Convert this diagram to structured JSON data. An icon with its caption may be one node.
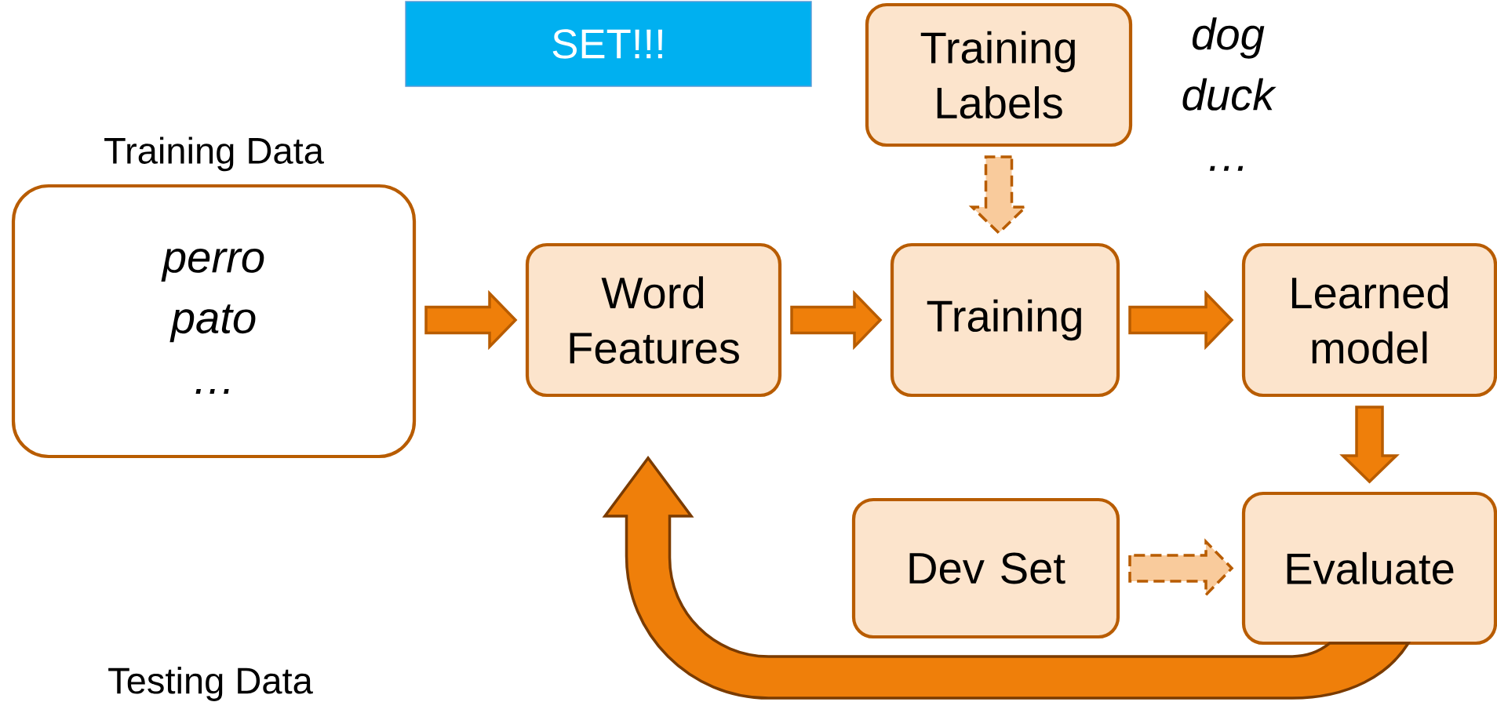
{
  "diagram": {
    "nodes": [
      {
        "text": [
          "SET!!!"
        ]
      },
      {
        "text": [
          "Training Data",
          "perro pato …"
        ]
      },
      {
        "text": [
          "Training Labels"
        ]
      },
      {
        "text": [
          "Word Features"
        ]
      },
      {
        "text": [
          "Training"
        ]
      },
      {
        "text": [
          "Learned model"
        ]
      },
      {
        "text": [
          "Dev Set"
        ]
      },
      {
        "text": [
          "Evaluate"
        ]
      }
    ],
    "edges": [
      {
        "from": 1,
        "to": 3,
        "arrow": "to"
      },
      {
        "from": 3,
        "to": 4,
        "arrow": "to"
      },
      {
        "from": 2,
        "to": 4,
        "arrow": "to",
        "style": "dashed",
        "color": "#f9cb9c"
      },
      {
        "from": 4,
        "to": 5,
        "arrow": "to"
      },
      {
        "from": 5,
        "to": 7,
        "arrow": "to"
      },
      {
        "from": 6,
        "to": 7,
        "arrow": "to",
        "style": "dashed",
        "color": "#f9cb9c"
      },
      {
        "from": 7,
        "to": 3,
        "arrow": "to",
        "style": "thick"
      }
    ],
    "labels": [
      "dog duck …",
      "Testing Data"
    ]
  }
}
